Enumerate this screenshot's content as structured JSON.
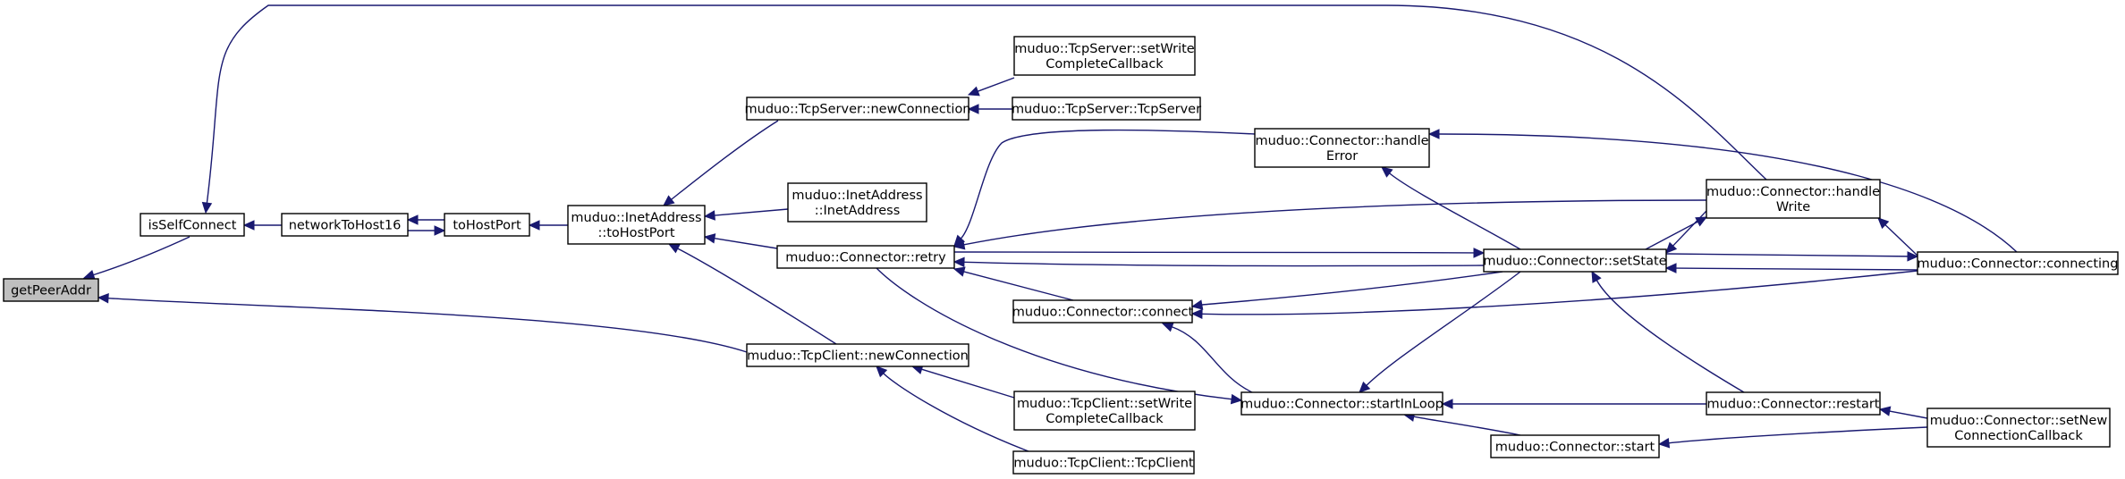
{
  "colors": {
    "edge": "#191970",
    "node_border": "#000000",
    "node_fill": "#ffffff",
    "root_fill": "#bfbfbf"
  },
  "nodes": {
    "getPeerAddr": {
      "lines": [
        "getPeerAddr"
      ]
    },
    "isSelfConnect": {
      "lines": [
        "isSelfConnect"
      ]
    },
    "networkToHost16": {
      "lines": [
        "networkToHost16"
      ]
    },
    "toHostPort": {
      "lines": [
        "toHostPort"
      ]
    },
    "InetAddress_toHostPort": {
      "lines": [
        "muduo::InetAddress",
        "::toHostPort"
      ]
    },
    "InetAddress_InetAddress": {
      "lines": [
        "muduo::InetAddress",
        "::InetAddress"
      ]
    },
    "TcpServer_newConnection": {
      "lines": [
        "muduo::TcpServer::newConnection"
      ]
    },
    "TcpServer_setWriteCompleteCallback": {
      "lines": [
        "muduo::TcpServer::setWrite",
        "CompleteCallback"
      ]
    },
    "TcpServer_TcpServer": {
      "lines": [
        "muduo::TcpServer::TcpServer"
      ]
    },
    "Connector_retry": {
      "lines": [
        "muduo::Connector::retry"
      ]
    },
    "Connector_handleError": {
      "lines": [
        "muduo::Connector::handle",
        "Error"
      ]
    },
    "Connector_handleWrite": {
      "lines": [
        "muduo::Connector::handle",
        "Write"
      ]
    },
    "Connector_setState": {
      "lines": [
        "muduo::Connector::setState"
      ]
    },
    "Connector_connecting": {
      "lines": [
        "muduo::Connector::connecting"
      ]
    },
    "Connector_connect": {
      "lines": [
        "muduo::Connector::connect"
      ]
    },
    "TcpClient_newConnection": {
      "lines": [
        "muduo::TcpClient::newConnection"
      ]
    },
    "Connector_startInLoop": {
      "lines": [
        "muduo::Connector::startInLoop"
      ]
    },
    "Connector_restart": {
      "lines": [
        "muduo::Connector::restart"
      ]
    },
    "Connector_setNewConnectionCallback": {
      "lines": [
        "muduo::Connector::setNew",
        "ConnectionCallback"
      ]
    },
    "TcpClient_setWriteCompleteCallback": {
      "lines": [
        "muduo::TcpClient::setWrite",
        "CompleteCallback"
      ]
    },
    "Connector_start": {
      "lines": [
        "muduo::Connector::start"
      ]
    },
    "TcpClient_TcpClient": {
      "lines": [
        "muduo::TcpClient::TcpClient"
      ]
    }
  },
  "edges": [
    {
      "from": "isSelfConnect",
      "to": "getPeerAddr"
    },
    {
      "from": "TcpClient_newConnection",
      "to": "getPeerAddr"
    },
    {
      "from": "networkToHost16",
      "to": "isSelfConnect"
    },
    {
      "from": "Connector_handleWrite",
      "to": "isSelfConnect"
    },
    {
      "from": "toHostPort",
      "to": "networkToHost16"
    },
    {
      "from": "networkToHost16",
      "to": "toHostPort"
    },
    {
      "from": "InetAddress_toHostPort",
      "to": "toHostPort"
    },
    {
      "from": "TcpServer_newConnection",
      "to": "InetAddress_toHostPort"
    },
    {
      "from": "InetAddress_InetAddress",
      "to": "InetAddress_toHostPort"
    },
    {
      "from": "Connector_retry",
      "to": "InetAddress_toHostPort"
    },
    {
      "from": "TcpClient_newConnection",
      "to": "InetAddress_toHostPort"
    },
    {
      "from": "TcpServer_setWriteCompleteCallback",
      "to": "TcpServer_newConnection"
    },
    {
      "from": "TcpServer_TcpServer",
      "to": "TcpServer_newConnection"
    },
    {
      "from": "Connector_handleError",
      "to": "Connector_retry"
    },
    {
      "from": "Connector_handleWrite",
      "to": "Connector_retry"
    },
    {
      "from": "Connector_setState",
      "to": "Connector_retry"
    },
    {
      "from": "Connector_retry",
      "to": "Connector_setState"
    },
    {
      "from": "Connector_connect",
      "to": "Connector_retry"
    },
    {
      "from": "Connector_startInLoop",
      "to": "Connector_connect"
    },
    {
      "from": "Connector_retry",
      "to": "Connector_startInLoop"
    },
    {
      "from": "Connector_connecting",
      "to": "Connector_handleError"
    },
    {
      "from": "Connector_setState",
      "to": "Connector_handleError"
    },
    {
      "from": "Connector_setState",
      "to": "Connector_handleWrite"
    },
    {
      "from": "Connector_handleWrite",
      "to": "Connector_setState"
    },
    {
      "from": "Connector_connecting",
      "to": "Connector_handleWrite"
    },
    {
      "from": "Connector_connecting",
      "to": "Connector_setState"
    },
    {
      "from": "Connector_setState",
      "to": "Connector_connecting"
    },
    {
      "from": "Connector_setState",
      "to": "Connector_connect"
    },
    {
      "from": "Connector_connecting",
      "to": "Connector_connect"
    },
    {
      "from": "Connector_restart",
      "to": "Connector_setState"
    },
    {
      "from": "Connector_setState",
      "to": "Connector_startInLoop"
    },
    {
      "from": "Connector_restart",
      "to": "Connector_startInLoop"
    },
    {
      "from": "Connector_start",
      "to": "Connector_startInLoop"
    },
    {
      "from": "Connector_setNewConnectionCallback",
      "to": "Connector_restart"
    },
    {
      "from": "Connector_setNewConnectionCallback",
      "to": "Connector_start"
    },
    {
      "from": "TcpClient_setWriteCompleteCallback",
      "to": "TcpClient_newConnection"
    },
    {
      "from": "TcpClient_TcpClient",
      "to": "TcpClient_newConnection"
    }
  ]
}
